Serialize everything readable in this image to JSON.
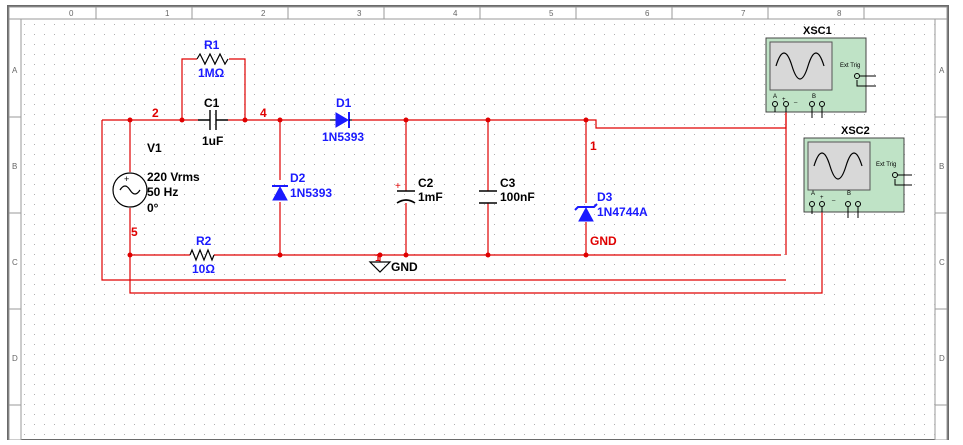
{
  "ruler": {
    "columns": [
      "0",
      "1",
      "2",
      "3",
      "4",
      "5",
      "6",
      "7",
      "8"
    ],
    "rows": [
      "A",
      "B",
      "C",
      "D"
    ]
  },
  "colors": {
    "wire": "#e00000",
    "component_ref": "#1a1aff",
    "component_value": "#000000",
    "instrument_body": "#bfe3c6",
    "grid_dot": "#b0b0b0"
  },
  "components": {
    "r1": {
      "ref": "R1",
      "value": "1MΩ"
    },
    "c1": {
      "ref": "C1",
      "value": "1uF"
    },
    "d1": {
      "ref": "D1",
      "value": "1N5393"
    },
    "v1": {
      "ref": "V1",
      "value": "220 Vrms",
      "frequency": "50 Hz",
      "phase": "0°"
    },
    "d2": {
      "ref": "D2",
      "value": "1N5393"
    },
    "c2": {
      "ref": "C2",
      "value": "1mF"
    },
    "c3": {
      "ref": "C3",
      "value": "100nF"
    },
    "d3": {
      "ref": "D3",
      "value": "1N4744A"
    },
    "r2": {
      "ref": "R2",
      "value": "10Ω"
    },
    "gnd": {
      "label": "GND"
    }
  },
  "nets": {
    "n2": "2",
    "n4": "4",
    "n1": "1",
    "n5": "5",
    "gnd": "GND"
  },
  "instruments": {
    "xsc1": {
      "ref": "XSC1",
      "ext_trig": "Ext Trig",
      "ch_a": "A",
      "ch_b": "B",
      "plus": "+",
      "minus": "_"
    },
    "xsc2": {
      "ref": "XSC2",
      "ext_trig": "Ext Trig",
      "ch_a": "A",
      "ch_b": "B",
      "plus": "+",
      "minus": "_"
    }
  }
}
